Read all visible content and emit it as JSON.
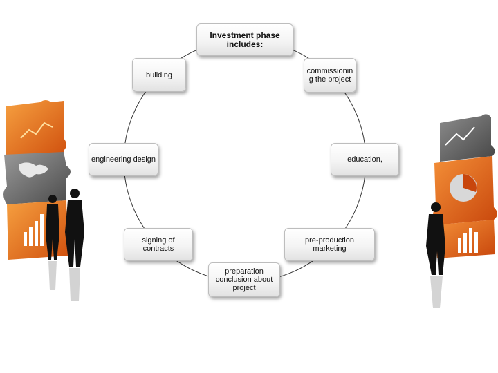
{
  "diagram": {
    "center_node": "Investment phase\nincludes:",
    "stages": [
      {
        "id": "commissioning",
        "label": "commissionin\ng the project"
      },
      {
        "id": "education",
        "label": "education,"
      },
      {
        "id": "pre-production",
        "label": "pre-production\nmarketing"
      },
      {
        "id": "preparation",
        "label": "preparation\nconclusion about\nproject"
      },
      {
        "id": "contracts",
        "label": "signing of contracts"
      },
      {
        "id": "engineering",
        "label": "engineering design"
      },
      {
        "id": "building",
        "label": "building"
      }
    ]
  },
  "colors": {
    "puzzle_orange": "#f07820",
    "puzzle_dark_orange": "#c84a10",
    "puzzle_gray": "#6a6a6a",
    "ring": "#333333"
  },
  "icons": [
    "left-puzzle-illustration",
    "right-puzzle-illustration",
    "businessman-silhouette-icon"
  ]
}
